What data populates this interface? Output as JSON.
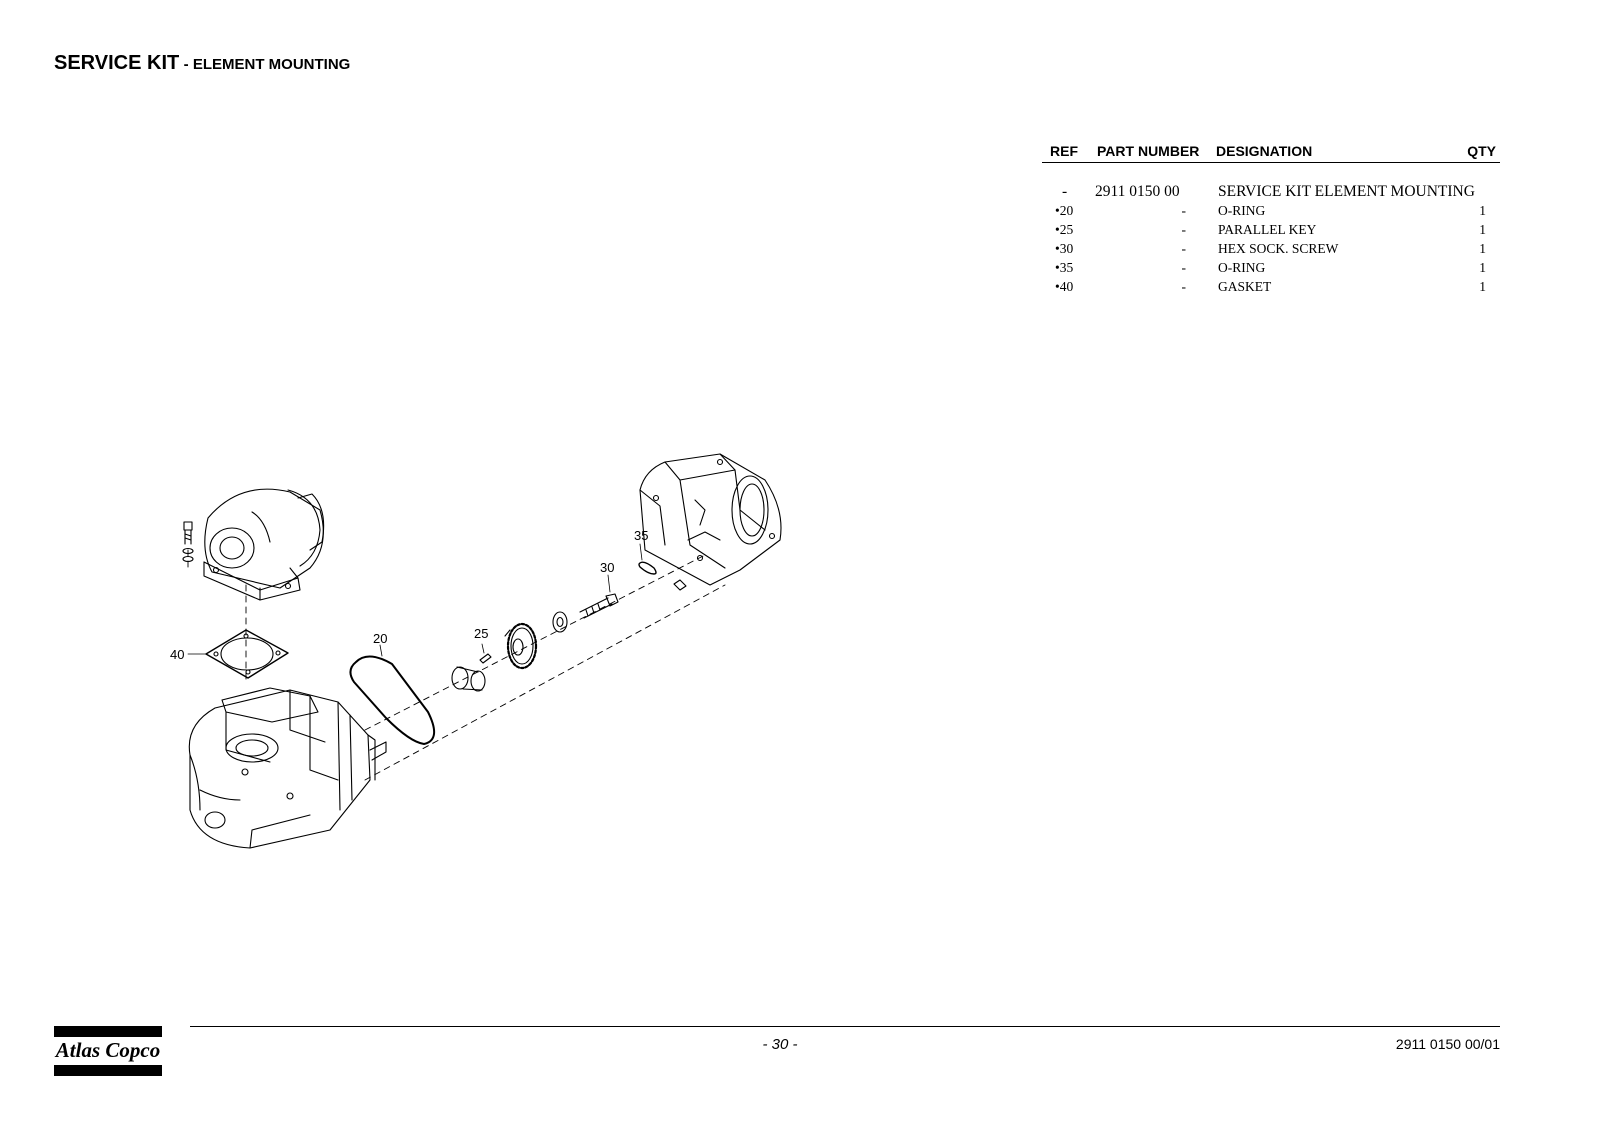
{
  "header": {
    "title_main": "SERVICE KIT",
    "title_sub": "- ELEMENT MOUNTING"
  },
  "parts_table": {
    "headers": {
      "ref": "REF",
      "part_number": "PART NUMBER",
      "designation": "DESIGNATION",
      "qty": "QTY"
    },
    "kit": {
      "ref": "-",
      "part_number": "2911 0150 00",
      "designation": "SERVICE KIT ELEMENT MOUNTING"
    },
    "rows": [
      {
        "ref": "•20",
        "part_number": "-",
        "designation": "O-RING",
        "qty": "1"
      },
      {
        "ref": "•25",
        "part_number": "-",
        "designation": "PARALLEL KEY",
        "qty": "1"
      },
      {
        "ref": "•30",
        "part_number": "-",
        "designation": "HEX SOCK. SCREW",
        "qty": "1"
      },
      {
        "ref": "•35",
        "part_number": "-",
        "designation": "O-RING",
        "qty": "1"
      },
      {
        "ref": "•40",
        "part_number": "-",
        "designation": "GASKET",
        "qty": "1"
      }
    ]
  },
  "diagram": {
    "callouts": {
      "c40": "40",
      "c20": "20",
      "c25": "25",
      "c30": "30",
      "c35": "35"
    }
  },
  "footer": {
    "logo_text": "Atlas Copco",
    "page_number": "- 30 -",
    "doc_number": "2911 0150 00/01"
  }
}
